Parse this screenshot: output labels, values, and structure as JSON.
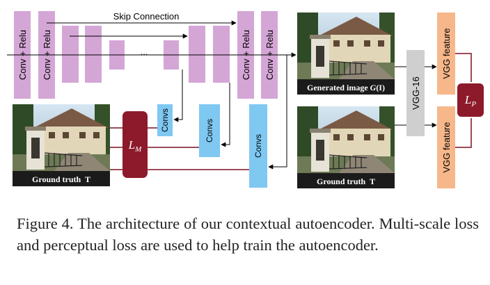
{
  "diagram": {
    "skip_label": "Skip Connection",
    "encoder_block_1": "Conv + Relu",
    "encoder_block_2": "Conv + Relu",
    "decoder_block_1": "Conv + Relu",
    "decoder_block_2": "Conv + Relu",
    "ellipsis": "...",
    "convs_small": "Convs",
    "convs_medium": "Convs",
    "convs_large": "Convs",
    "vgg_net": "VGG-16",
    "vgg_feature_top": "VGG feature",
    "vgg_feature_bottom": "VGG feature",
    "loss_m": {
      "base": "L",
      "sub": "M"
    },
    "loss_p": {
      "base": "L",
      "sub": "P"
    },
    "generated_caption": {
      "prefix": "Generated image ",
      "fn": "G",
      "arg": "(I)"
    },
    "gt_caption_left": "Ground truth  T",
    "gt_caption_right": "Ground truth  T",
    "colors": {
      "conv_block": "#d4a6d6",
      "convs_block": "#7ec8f2",
      "vgg_block": "#cfcfcf",
      "vgg_feature": "#f6b78a",
      "loss_block": "#8c1a2a",
      "loss_line": "#7a1020"
    }
  },
  "caption": "Figure 4. The architecture of our contextual autoencoder. Multi-scale loss and perceptual loss are used to help train the autoencoder."
}
